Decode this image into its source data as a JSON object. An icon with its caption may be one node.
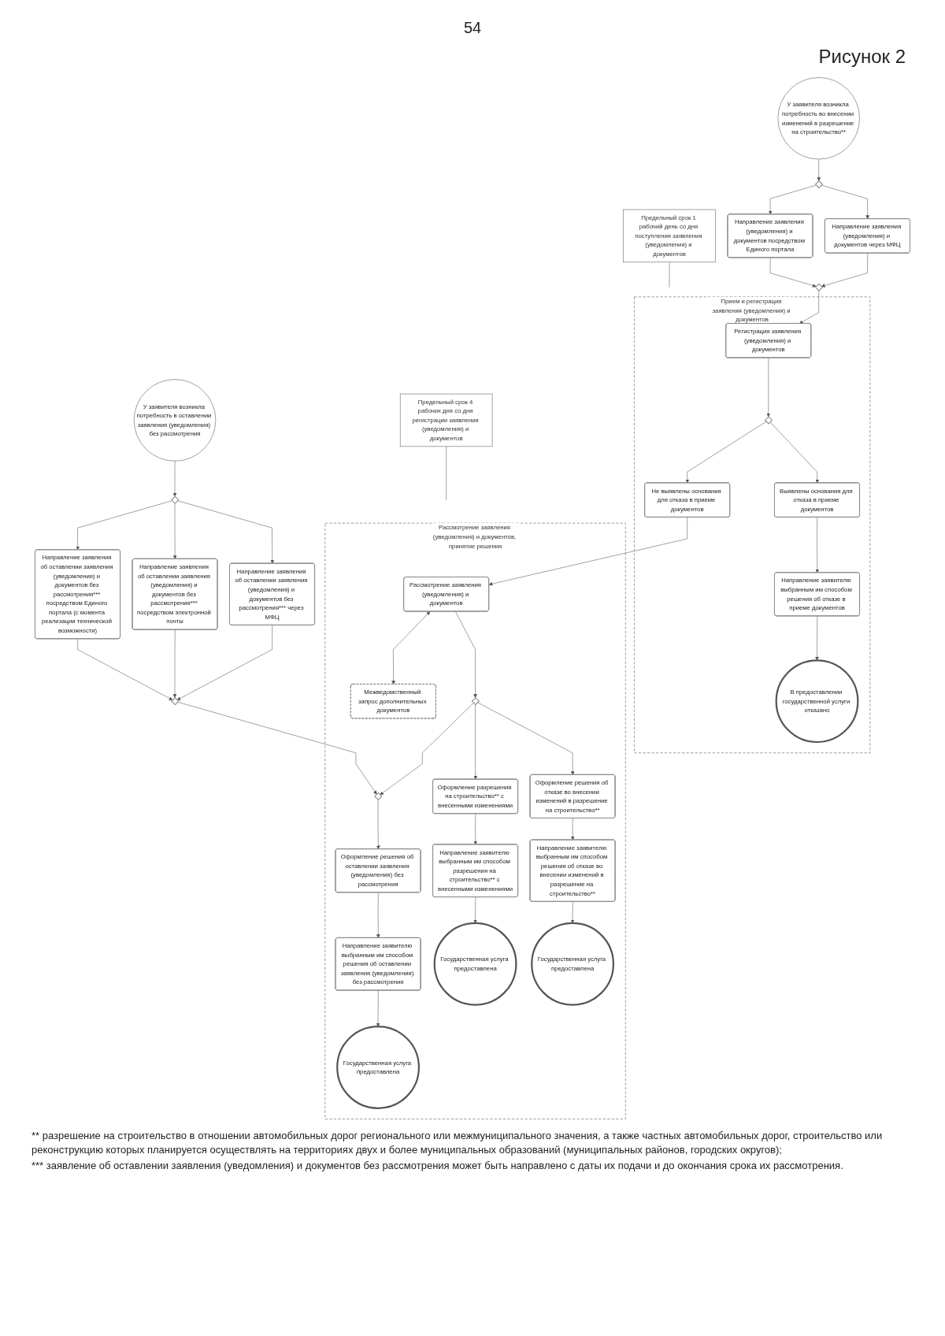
{
  "diagram": {
    "title": "Рисунок 2",
    "nodes": [
      {
        "text": [
          "Предельный срок 1 рабочий день со дня поступления заявления (уведомления) и документов"
        ]
      },
      {
        "text": [
          "Предельный срок 4 рабочих дня со дня регистрации заявления (уведомления) и документов"
        ]
      },
      {
        "text": [
          "У заявителя возникла потребность во внесении изменений в разрешение на строительство**"
        ]
      },
      {
        "text": [],
        "shape": "diamond"
      },
      {
        "text": [
          "Направление заявления (уведомления) и документов через МФЦ"
        ]
      },
      {
        "text": [
          "Направление заявления (уведомления) и документов посредством Единого портала"
        ]
      },
      {
        "text": [],
        "shape": "diamond"
      },
      {
        "text": [
          "Прием и регистрация заявления (уведомления) и документов"
        ]
      },
      {
        "text": [
          "Регистрация заявления (уведомления) и документов"
        ],
        "in": 7
      },
      {
        "text": [],
        "shape": "diamond",
        "in": 7
      },
      {
        "text": [
          "Не выявлены основания для отказа в приеме документов"
        ],
        "in": 7
      },
      {
        "text": [
          "Выявлены основания для отказа в приеме документов"
        ],
        "in": 7
      },
      {
        "text": [
          "Направление заявителю выбранным им способом решения об отказе в приеме документов"
        ],
        "in": 7
      },
      {
        "text": [
          "В предоставлении государственной услуги отказано"
        ],
        "in": 7
      },
      {
        "text": [
          "Рассмотрение заявления (уведомления) и документов, принятие решения"
        ]
      },
      {
        "text": [
          "Рассмотрение заявления (уведомления) и документов"
        ],
        "in": 14
      },
      {
        "text": [
          "Межведомственный запрос дополнительных документов"
        ],
        "in": 14
      },
      {
        "text": [],
        "shape": "diamond",
        "in": 14
      },
      {
        "text": [],
        "shape": "diamond",
        "in": 14
      },
      {
        "text": [
          "Оформление решения об оставлении заявления (уведомления) без рассмотрения"
        ],
        "in": 14
      },
      {
        "text": [
          "Оформление разрешения на строительство** с внесенными изменениями"
        ],
        "in": 14
      },
      {
        "text": [
          "Оформление решения об отказе во внесении изменений в разрешение на строительство**"
        ],
        "in": 14
      },
      {
        "text": [
          "Направление заявителю выбранным им способом решения об оставлении заявления (уведомления) без рассмотрения"
        ],
        "in": 14
      },
      {
        "text": [
          "Направление заявителю выбранным им способом разрешения на строительство** с внесенными изменениями"
        ],
        "in": 14
      },
      {
        "text": [
          "Направление заявителю выбранным им способом решения об отказе во внесении изменений в разрешение на строительство**"
        ],
        "in": 14
      },
      {
        "text": [
          "Государственная услуга предоставлена"
        ],
        "in": 14
      },
      {
        "text": [
          "Государственная услуга предоставлена"
        ],
        "in": 14
      },
      {
        "text": [
          "Государственная услуга предоставлена"
        ],
        "in": 14
      },
      {
        "text": [
          "У заявителя возникла потребность в оставлении заявления (уведомления) без рассмотрения"
        ]
      },
      {
        "text": [],
        "shape": "diamond"
      },
      {
        "text": [
          "Направление заявления об оставлении заявления (уведомления) и документов без рассмотрения*** через МФЦ"
        ]
      },
      {
        "text": [
          "Направление заявления об оставлении заявления (уведомления) и документов без рассмотрения*** посредством электронной почты"
        ]
      },
      {
        "text": [
          "Направление заявления об оставлении заявления (уведомления) и документов без рассмотрения*** посредством Единого портала (с момента реализации технической возможности)"
        ]
      },
      {
        "text": [],
        "shape": "diamond"
      }
    ],
    "edges": [
      {
        "from": 0,
        "to": 7,
        "arrow": "none"
      },
      {
        "from": 1,
        "to": 14,
        "arrow": "none"
      },
      {
        "from": 2,
        "to": 3,
        "arrow": "to"
      },
      {
        "from": 3,
        "to": 4,
        "arrow": "to"
      },
      {
        "from": 3,
        "to": 5,
        "arrow": "to"
      },
      {
        "from": 4,
        "to": 6,
        "arrow": "to"
      },
      {
        "from": 5,
        "to": 6,
        "arrow": "to"
      },
      {
        "from": 6,
        "to": 8,
        "arrow": "to"
      },
      {
        "from": 8,
        "to": 9,
        "arrow": "to"
      },
      {
        "from": 9,
        "to": 10,
        "arrow": "to"
      },
      {
        "from": 9,
        "to": 11,
        "arrow": "to"
      },
      {
        "from": 11,
        "to": 12,
        "arrow": "to"
      },
      {
        "from": 12,
        "to": 13,
        "arrow": "to"
      },
      {
        "from": 10,
        "to": 15,
        "arrow": "to"
      },
      {
        "from": 15,
        "to": 16,
        "arrow": "both"
      },
      {
        "from": 15,
        "to": 18,
        "arrow": "to"
      },
      {
        "from": 18,
        "to": 17,
        "arrow": "to"
      },
      {
        "from": 18,
        "to": 20,
        "arrow": "to"
      },
      {
        "from": 18,
        "to": 21,
        "arrow": "to"
      },
      {
        "from": 33,
        "to": 17,
        "arrow": "to"
      },
      {
        "from": 17,
        "to": 19,
        "arrow": "to"
      },
      {
        "from": 19,
        "to": 22,
        "arrow": "to"
      },
      {
        "from": 20,
        "to": 23,
        "arrow": "to"
      },
      {
        "from": 21,
        "to": 24,
        "arrow": "to"
      },
      {
        "from": 22,
        "to": 25,
        "arrow": "to"
      },
      {
        "from": 23,
        "to": 26,
        "arrow": "to"
      },
      {
        "from": 24,
        "to": 27,
        "arrow": "to"
      },
      {
        "from": 28,
        "to": 29,
        "arrow": "to"
      },
      {
        "from": 29,
        "to": 30,
        "arrow": "to"
      },
      {
        "from": 29,
        "to": 31,
        "arrow": "to"
      },
      {
        "from": 29,
        "to": 32,
        "arrow": "to"
      },
      {
        "from": 30,
        "to": 33,
        "arrow": "to"
      },
      {
        "from": 31,
        "to": 33,
        "arrow": "to"
      },
      {
        "from": 32,
        "to": 33,
        "arrow": "to"
      }
    ],
    "labels": [
      "54",
      "** разрешение на строительство в отношении автомобильных дорог регионального или межмуниципального значения, а также частных автомобильных дорог, строительство или реконструкцию которых планируется осуществлять на территориях двух и более муниципальных образований (муниципальных районов, городских округов);",
      "*** заявление об оставлении заявления (уведомления) и документов без рассмотрения может быть направлено с даты их подачи и до окончания срока их рассмотрения."
    ]
  }
}
